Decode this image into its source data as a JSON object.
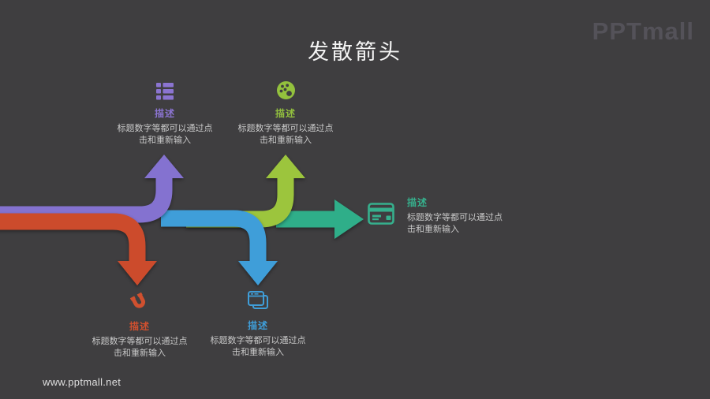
{
  "page": {
    "title": "发散箭头",
    "brand_logo": "PPTmall",
    "footer_url": "www.pptmall.net"
  },
  "colors": {
    "background": "#3F3E40",
    "red": "#CC4B2C",
    "purple": "#8472D0",
    "blue": "#3F9ED9",
    "green": "#9CC53D",
    "teal": "#2FAE89",
    "body_text": "#C8C8C8",
    "title_text": "#F4F4F4"
  },
  "branches": [
    {
      "id": "purple-top",
      "direction": "up",
      "icon": "list-icon",
      "label": "描述",
      "text_line1": "标题数字等都可以通过点",
      "text_line2": "击和重新输入",
      "color": "#8472D0"
    },
    {
      "id": "green-top",
      "direction": "up",
      "icon": "palette-icon",
      "label": "描述",
      "text_line1": "标题数字等都可以通过点",
      "text_line2": "击和重新输入",
      "color": "#9CC53D"
    },
    {
      "id": "teal-right",
      "direction": "right",
      "icon": "credit-card-icon",
      "label": "描述",
      "text_line1": "标题数字等都可以通过点",
      "text_line2": "击和重新输入",
      "color": "#2FAE89"
    },
    {
      "id": "red-bottom",
      "direction": "down",
      "icon": "magnet-icon",
      "label": "描述",
      "text_line1": "标题数字等都可以通过点",
      "text_line2": "击和重新输入",
      "color": "#CC4B2C"
    },
    {
      "id": "blue-bottom",
      "direction": "down",
      "icon": "windows-icon",
      "label": "描述",
      "text_line1": "标题数字等都可以通过点",
      "text_line2": "击和重新输入",
      "color": "#3F9ED9"
    }
  ]
}
